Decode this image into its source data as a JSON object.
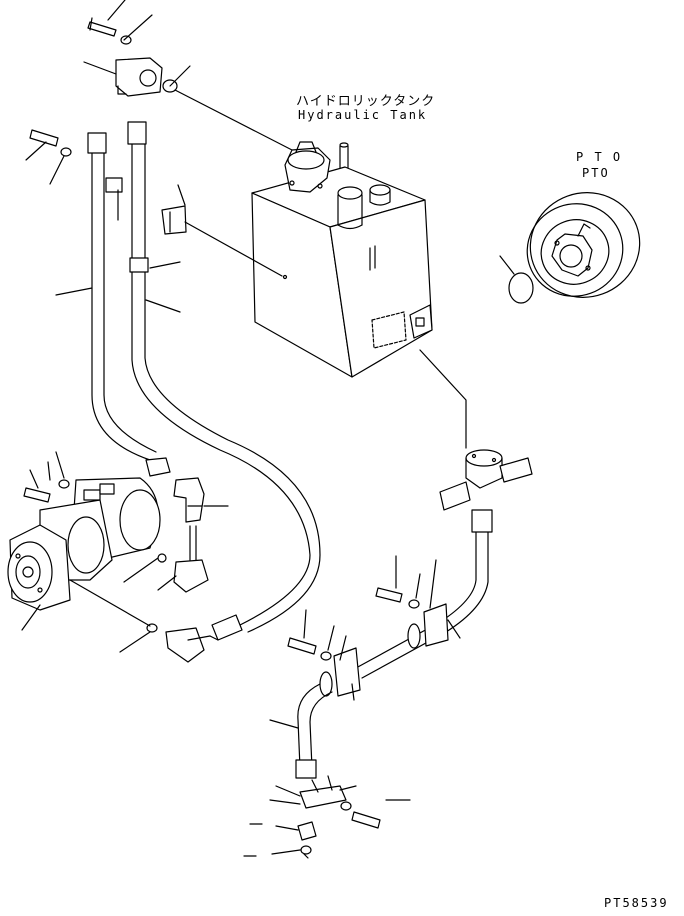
{
  "labels": {
    "hydraulic_tank_jp": "ハイドロリックタンク",
    "hydraulic_tank_en": "Hydraulic Tank",
    "pto_line1": "P T O",
    "pto_line2": "PTO",
    "drawing_code": "PT58539"
  },
  "colors": {
    "line": "#000000",
    "background": "#ffffff"
  }
}
